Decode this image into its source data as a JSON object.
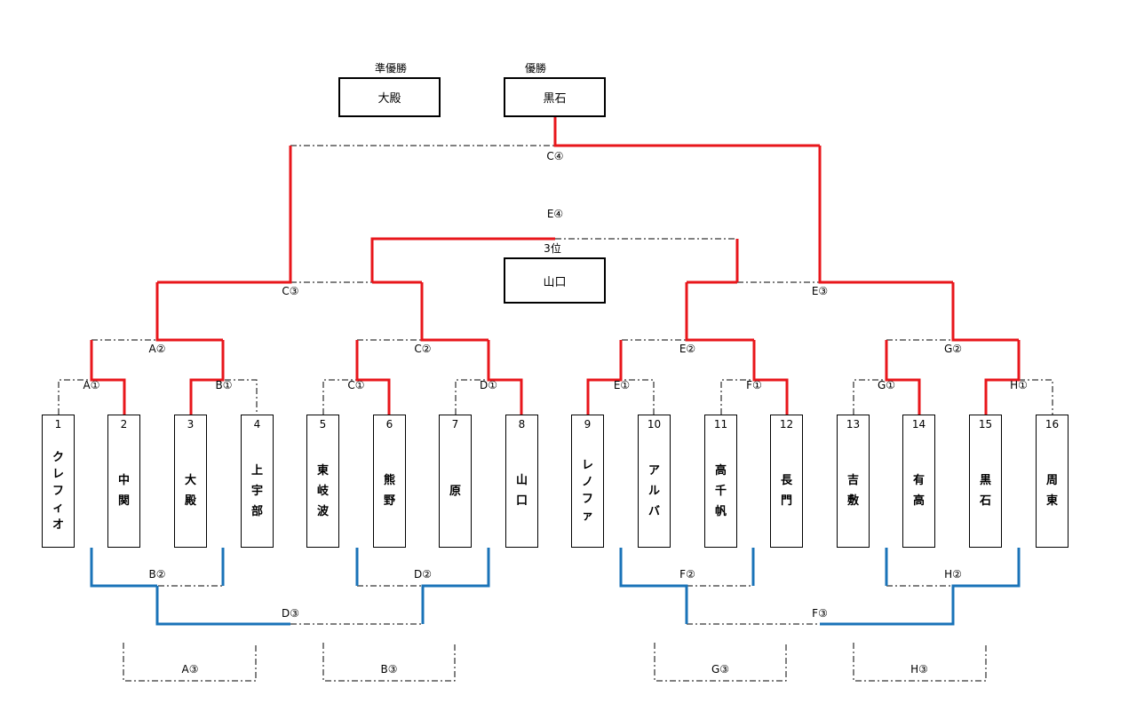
{
  "results": {
    "runner_up_label": "準優勝",
    "runner_up_team": "大殿",
    "winner_label": "優勝",
    "winner_team": "黒石",
    "third_label": "3位",
    "third_team": "山口"
  },
  "teams": [
    {
      "number": "1",
      "name": "クレフィオ"
    },
    {
      "number": "2",
      "name": "中関"
    },
    {
      "number": "3",
      "name": "大殿"
    },
    {
      "number": "4",
      "name": "上宇部"
    },
    {
      "number": "5",
      "name": "東岐波"
    },
    {
      "number": "6",
      "name": "熊野"
    },
    {
      "number": "7",
      "name": "原"
    },
    {
      "number": "8",
      "name": "山口"
    },
    {
      "number": "9",
      "name": "レノファ"
    },
    {
      "number": "10",
      "name": "アルバ"
    },
    {
      "number": "11",
      "name": "高千帆"
    },
    {
      "number": "12",
      "name": "長門"
    },
    {
      "number": "13",
      "name": "吉敷"
    },
    {
      "number": "14",
      "name": "有高"
    },
    {
      "number": "15",
      "name": "黒石"
    },
    {
      "number": "16",
      "name": "周東"
    }
  ],
  "match_labels": {
    "A1": "A①",
    "B1": "B①",
    "C1": "C①",
    "D1": "D①",
    "E1": "E①",
    "F1": "F①",
    "G1": "G①",
    "H1": "H①",
    "A2": "A②",
    "C2": "C②",
    "E2": "E②",
    "G2": "G②",
    "C3": "C③",
    "E3": "E③",
    "C4": "C④",
    "E4": "E④",
    "B2": "B②",
    "D2": "D②",
    "F2": "F②",
    "H2": "H②",
    "D3": "D③",
    "F3": "F③",
    "A3": "A③",
    "B3": "B③",
    "G3": "G③",
    "H3": "H③"
  },
  "colors": {
    "winner_path": "#e8161b",
    "loser_path": "#1a73b8",
    "dashed": "#000000"
  }
}
